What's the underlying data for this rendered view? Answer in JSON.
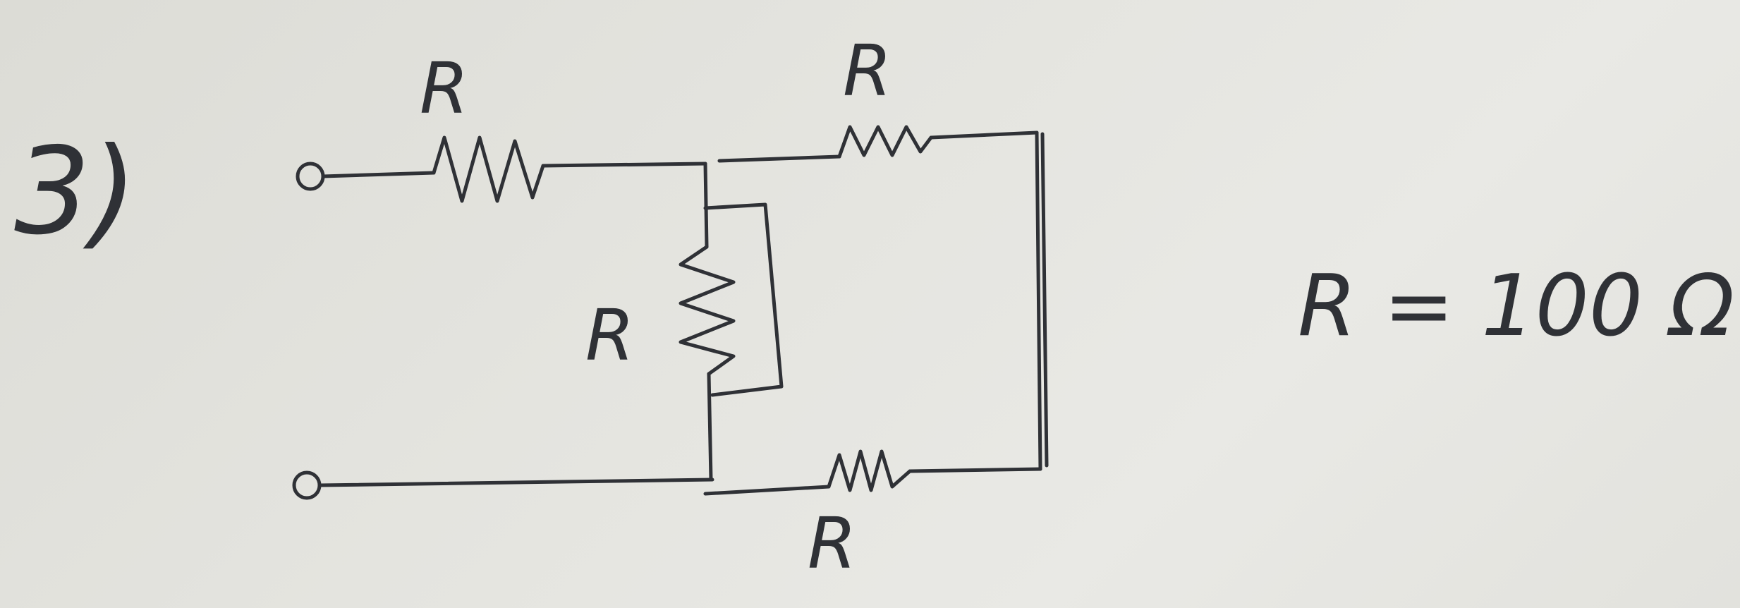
{
  "problem": {
    "number": "3)"
  },
  "circuit": {
    "resistors": [
      {
        "id": "r-top-left",
        "label": "R"
      },
      {
        "id": "r-top-right",
        "label": "R"
      },
      {
        "id": "r-middle",
        "label": "R"
      },
      {
        "id": "r-bottom",
        "label": "R"
      }
    ]
  },
  "given": {
    "value_text": "R = 100 Ω"
  },
  "colors": {
    "paper": "#e4e4df",
    "ink": "#2f3136"
  }
}
